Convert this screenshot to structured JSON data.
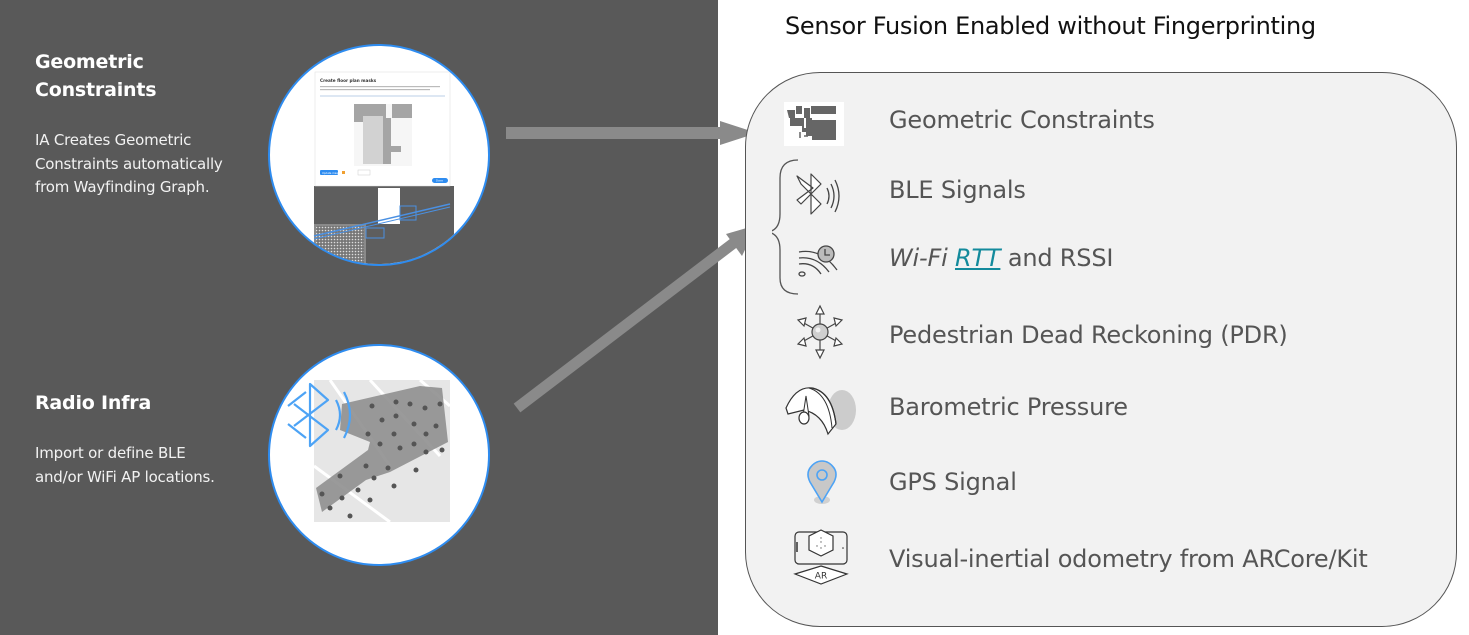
{
  "left": {
    "geometric": {
      "title_line1": "Geometric",
      "title_line2": "Constraints",
      "desc_line1": "IA Creates Geometric",
      "desc_line2": "Constraints automatically",
      "desc_line3": "from Wayfinding Graph.",
      "thumbnail": {
        "dialog_title": "Create floor plan masks",
        "button_primary": "Update mask",
        "button_done": "Done"
      }
    },
    "radio": {
      "title": "Radio Infra",
      "desc_line1": "Import or define BLE",
      "desc_line2": "and/or WiFi AP locations."
    }
  },
  "right": {
    "heading": "Sensor Fusion Enabled without Fingerprinting",
    "items": [
      {
        "icon": "floor-plan-icon",
        "label": "Geometric Constraints"
      },
      {
        "icon": "bluetooth-signal-icon",
        "label": "BLE Signals"
      },
      {
        "icon": "wifi-rtt-icon",
        "label_prefix": "Wi-Fi",
        "label_link": "RTT",
        "label_suffix": "and RSSI"
      },
      {
        "icon": "pdr-directions-icon",
        "label": "Pedestrian Dead Reckoning (PDR)"
      },
      {
        "icon": "barometer-icon",
        "label": "Barometric Pressure"
      },
      {
        "icon": "gps-pin-icon",
        "label": "GPS Signal"
      },
      {
        "icon": "ar-phone-icon",
        "label": "Visual-inertial odometry from ARCore/Kit",
        "icon_text": "AR"
      }
    ]
  },
  "colors": {
    "panel_dark": "#595959",
    "circle_border": "#2e8cf0",
    "arrow": "#8a8a8a",
    "box_fill": "#f2f2f2",
    "item_text": "#555555",
    "link": "#138a9c",
    "bluetooth_blue": "#4da3f5"
  }
}
